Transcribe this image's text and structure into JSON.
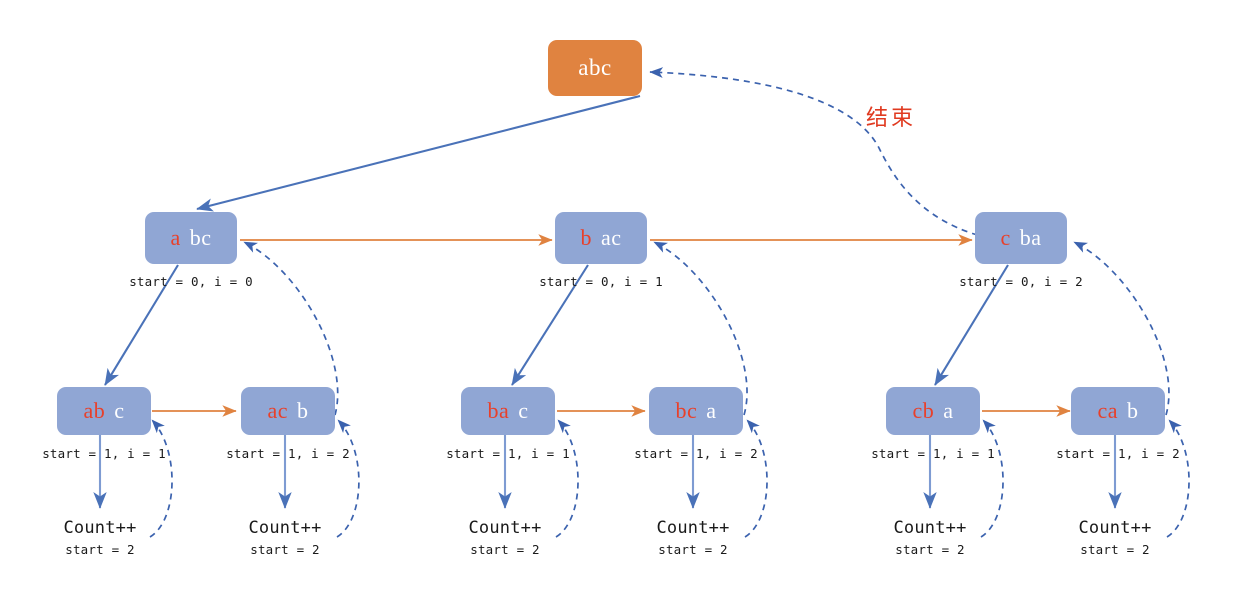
{
  "diagram": {
    "title_annotation": "结束",
    "colors": {
      "root_fill": "#E08340",
      "node_fill": "#90A6D4",
      "prefix_text": "#E8402A",
      "suffix_text": "#FFFFFF",
      "solid_edge": "#4A72B8",
      "dashed_edge": "#3B62AE",
      "swap_edge": "#E08340",
      "annotation": "#E03A20"
    },
    "root": {
      "label": "abc"
    },
    "level1": [
      {
        "prefix": "a",
        "suffix": "bc",
        "caption": "start = 0, i = 0"
      },
      {
        "prefix": "b",
        "suffix": "ac",
        "caption": "start = 0, i = 1"
      },
      {
        "prefix": "c",
        "suffix": "ba",
        "caption": "start = 0, i = 2"
      }
    ],
    "level2": [
      {
        "prefix": "ab",
        "suffix": "c",
        "caption": "start = 1, i = 1"
      },
      {
        "prefix": "ac",
        "suffix": "b",
        "caption": "start = 1, i = 2"
      },
      {
        "prefix": "ba",
        "suffix": "c",
        "caption": "start = 1, i = 1"
      },
      {
        "prefix": "bc",
        "suffix": "a",
        "caption": "start = 1, i = 2"
      },
      {
        "prefix": "cb",
        "suffix": "a",
        "caption": "start = 1, i = 1"
      },
      {
        "prefix": "ca",
        "suffix": "b",
        "caption": "start = 1, i = 2"
      }
    ],
    "leaves": [
      {
        "title": "Count++",
        "sub": "start = 2"
      },
      {
        "title": "Count++",
        "sub": "start = 2"
      },
      {
        "title": "Count++",
        "sub": "start = 2"
      },
      {
        "title": "Count++",
        "sub": "start = 2"
      },
      {
        "title": "Count++",
        "sub": "start = 2"
      },
      {
        "title": "Count++",
        "sub": "start = 2"
      }
    ]
  }
}
